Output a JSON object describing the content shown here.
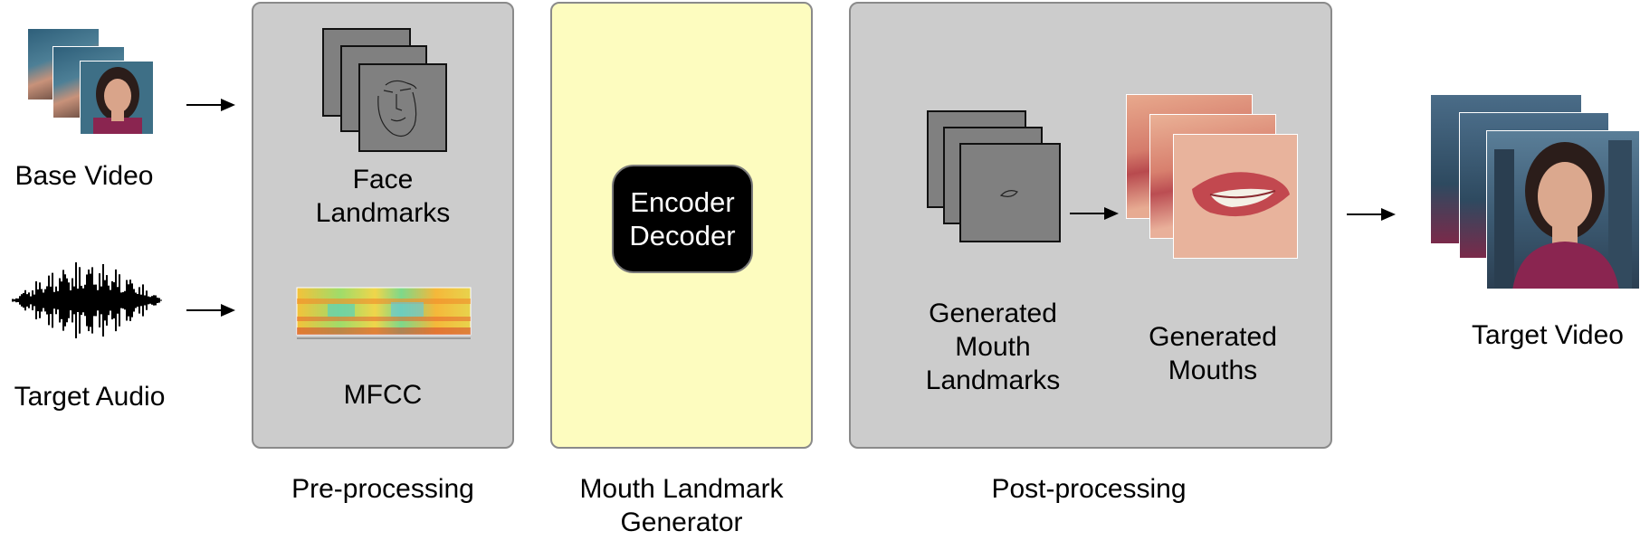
{
  "inputs": {
    "base_video": "Base Video",
    "target_audio": "Target Audio"
  },
  "preprocessing": {
    "stage_label": "Pre-processing",
    "face_landmarks": "Face\nLandmarks",
    "mfcc": "MFCC"
  },
  "generator": {
    "stage_label": "Mouth Landmark\nGenerator",
    "block": "Encoder\nDecoder"
  },
  "postprocessing": {
    "stage_label": "Post-processing",
    "generated_mouth_landmarks": "Generated\nMouth\nLandmarks",
    "generated_mouths": "Generated\nMouths"
  },
  "output": {
    "target_video": "Target Video"
  },
  "colors": {
    "panel_gray": "#cccccc",
    "panel_yellow": "#fdfcbf",
    "frame_gray": "#808080",
    "encoder_block": "#000000"
  }
}
